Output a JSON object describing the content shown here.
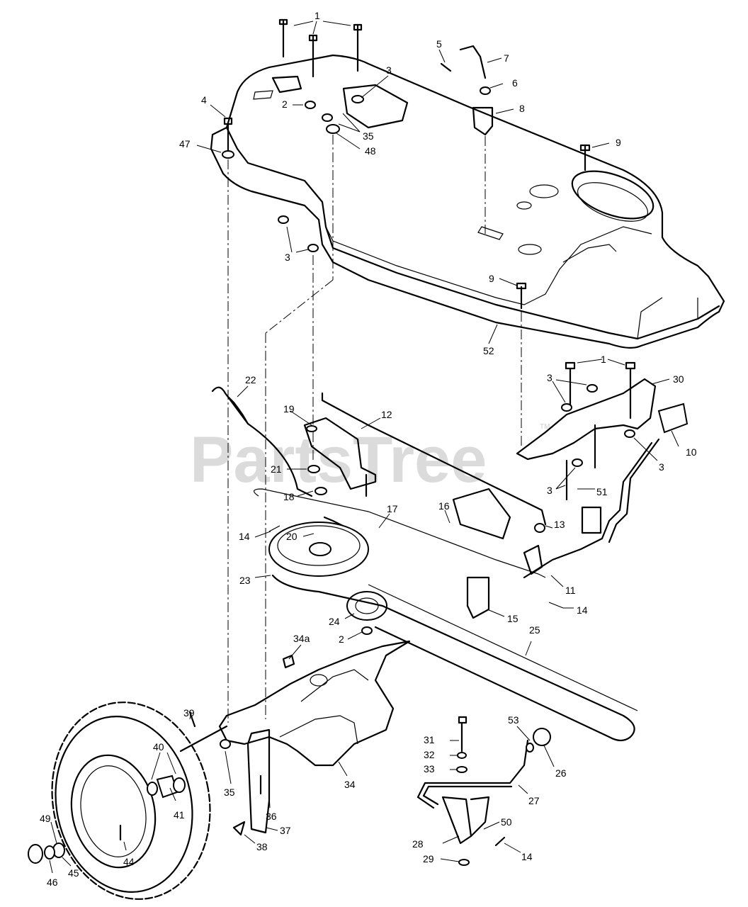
{
  "watermark": {
    "text": "PartsTree",
    "trademark": "TM"
  },
  "callouts": {
    "c1a": "1",
    "c1b": "1",
    "c2a": "2",
    "c2b": "2",
    "c3a": "3",
    "c3b": "3",
    "c3c": "3",
    "c3d": "3",
    "c3e": "3",
    "c4": "4",
    "c5": "5",
    "c6": "6",
    "c7": "7",
    "c8": "8",
    "c9a": "9",
    "c9b": "9",
    "c10": "10",
    "c11": "11",
    "c12": "12",
    "c13": "13",
    "c14a": "14",
    "c14b": "14",
    "c14c": "14",
    "c15": "15",
    "c16": "16",
    "c17": "17",
    "c18": "18",
    "c19": "19",
    "c20": "20",
    "c21": "21",
    "c22": "22",
    "c23": "23",
    "c24": "24",
    "c25": "25",
    "c26": "26",
    "c27": "27",
    "c28": "28",
    "c29": "29",
    "c30": "30",
    "c31": "31",
    "c32": "32",
    "c33": "33",
    "c34": "34",
    "c34a": "34a",
    "c35a": "35",
    "c35b": "35",
    "c36": "36",
    "c37": "37",
    "c38": "38",
    "c39": "39",
    "c40": "40",
    "c41": "41",
    "c44": "44",
    "c45": "45",
    "c46": "46",
    "c47": "47",
    "c48": "48",
    "c49": "49",
    "c50": "50",
    "c51": "51",
    "c52": "52",
    "c53": "53"
  }
}
